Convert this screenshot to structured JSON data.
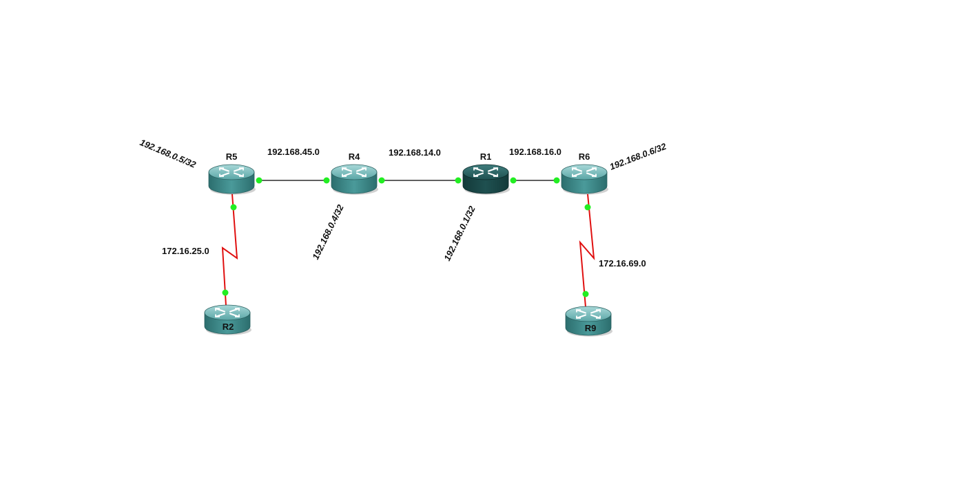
{
  "colors": {
    "background": "#ffffff",
    "ethernet_link": "#000000",
    "serial_link": "#e01010",
    "port_up": "#22ee22",
    "router_body": "#3d8c8c",
    "router_body_active": "#1b4a4a",
    "label_text": "#111111"
  },
  "icons": {
    "router": "router-icon"
  },
  "routers": [
    {
      "id": "r5",
      "name": "R5",
      "active": false
    },
    {
      "id": "r4",
      "name": "R4",
      "active": false
    },
    {
      "id": "r1",
      "name": "R1",
      "active": true
    },
    {
      "id": "r6",
      "name": "R6",
      "active": false
    },
    {
      "id": "r2",
      "name": "R2",
      "active": false
    },
    {
      "id": "r9",
      "name": "R9",
      "active": false
    }
  ],
  "links": [
    {
      "id": "link-r5-r4",
      "type": "ethernet",
      "network": "192.168.45.0"
    },
    {
      "id": "link-r4-r1",
      "type": "ethernet",
      "network": "192.168.14.0"
    },
    {
      "id": "link-r1-r6",
      "type": "ethernet",
      "network": "192.168.16.0"
    },
    {
      "id": "link-r5-r2",
      "type": "serial",
      "network": "172.16.25.0"
    },
    {
      "id": "link-r6-r9",
      "type": "serial",
      "network": "172.16.69.0"
    }
  ],
  "loopbacks": [
    {
      "id": "lo-r5",
      "address": "192.168.0.5/32"
    },
    {
      "id": "lo-r4",
      "address": "192.168.0.4/32"
    },
    {
      "id": "lo-r1",
      "address": "192.168.0.1/32"
    },
    {
      "id": "lo-r6",
      "address": "192.168.0.6/32"
    }
  ]
}
